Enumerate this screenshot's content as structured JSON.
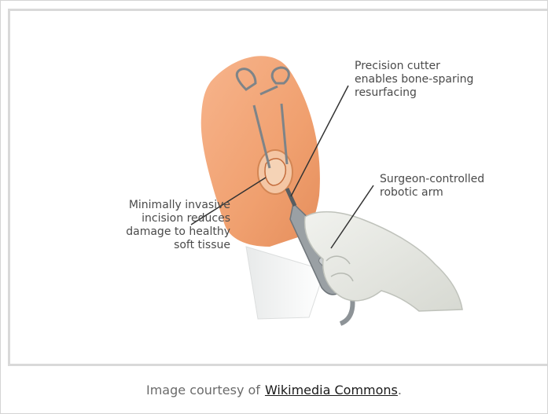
{
  "figure": {
    "callouts": {
      "cutter": "Precision cutter\nenables bone-sparing\nresurfacing",
      "arm": "Surgeon-controlled\nrobotic arm",
      "incision": "Minimally invasive\nincision reduces\ndamage to healthy\nsoft tissue"
    }
  },
  "caption": {
    "prefix": "Image courtesy of",
    "link_text": "Wikimedia Commons",
    "suffix": "."
  },
  "colors": {
    "skin": "#f3a77a",
    "skin_dark": "#e58e5c",
    "glove": "#e9ebe6",
    "metal": "#b9bcbf",
    "leader_line": "#333333"
  },
  "icons": {
    "illustration": "robotic-surgery-illustration"
  }
}
